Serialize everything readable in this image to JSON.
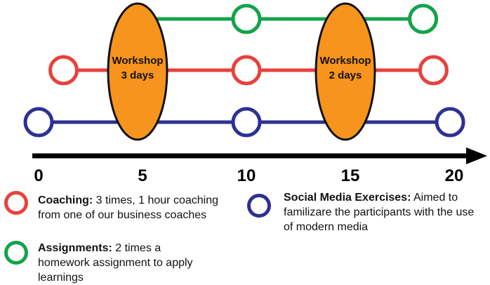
{
  "colors": {
    "coaching": "#e8413c",
    "assignments": "#14a24a",
    "social_media": "#2e3192",
    "workshop_fill": "#f7941d",
    "outline": "#111111"
  },
  "timeline": {
    "min": 0,
    "max": 20,
    "ticks": [
      "0",
      "5",
      "10",
      "15",
      "20"
    ]
  },
  "tracks": [
    {
      "id": "assignments",
      "circles_at": [
        10,
        18.5
      ]
    },
    {
      "id": "coaching",
      "circles_at": [
        1.2,
        10,
        19
      ]
    },
    {
      "id": "social_media",
      "circles_at": [
        0,
        10,
        19.8
      ]
    }
  ],
  "workshops": [
    {
      "center": 5,
      "line1": "Workshop",
      "line2": "3 days"
    },
    {
      "center": 15,
      "line1": "Workshop",
      "line2": "2 days"
    }
  ],
  "legend": {
    "coaching": {
      "title": "Coaching:",
      "text": " 3 times, 1 hour coaching from one of our business coaches"
    },
    "social_media": {
      "title": "Social Media Exercises:",
      "text": " Aimed to familizare the participants with the use of modern media"
    },
    "assignments": {
      "title": "Assignments:",
      "text": " 2 times a homework assignment to apply learnings"
    }
  }
}
